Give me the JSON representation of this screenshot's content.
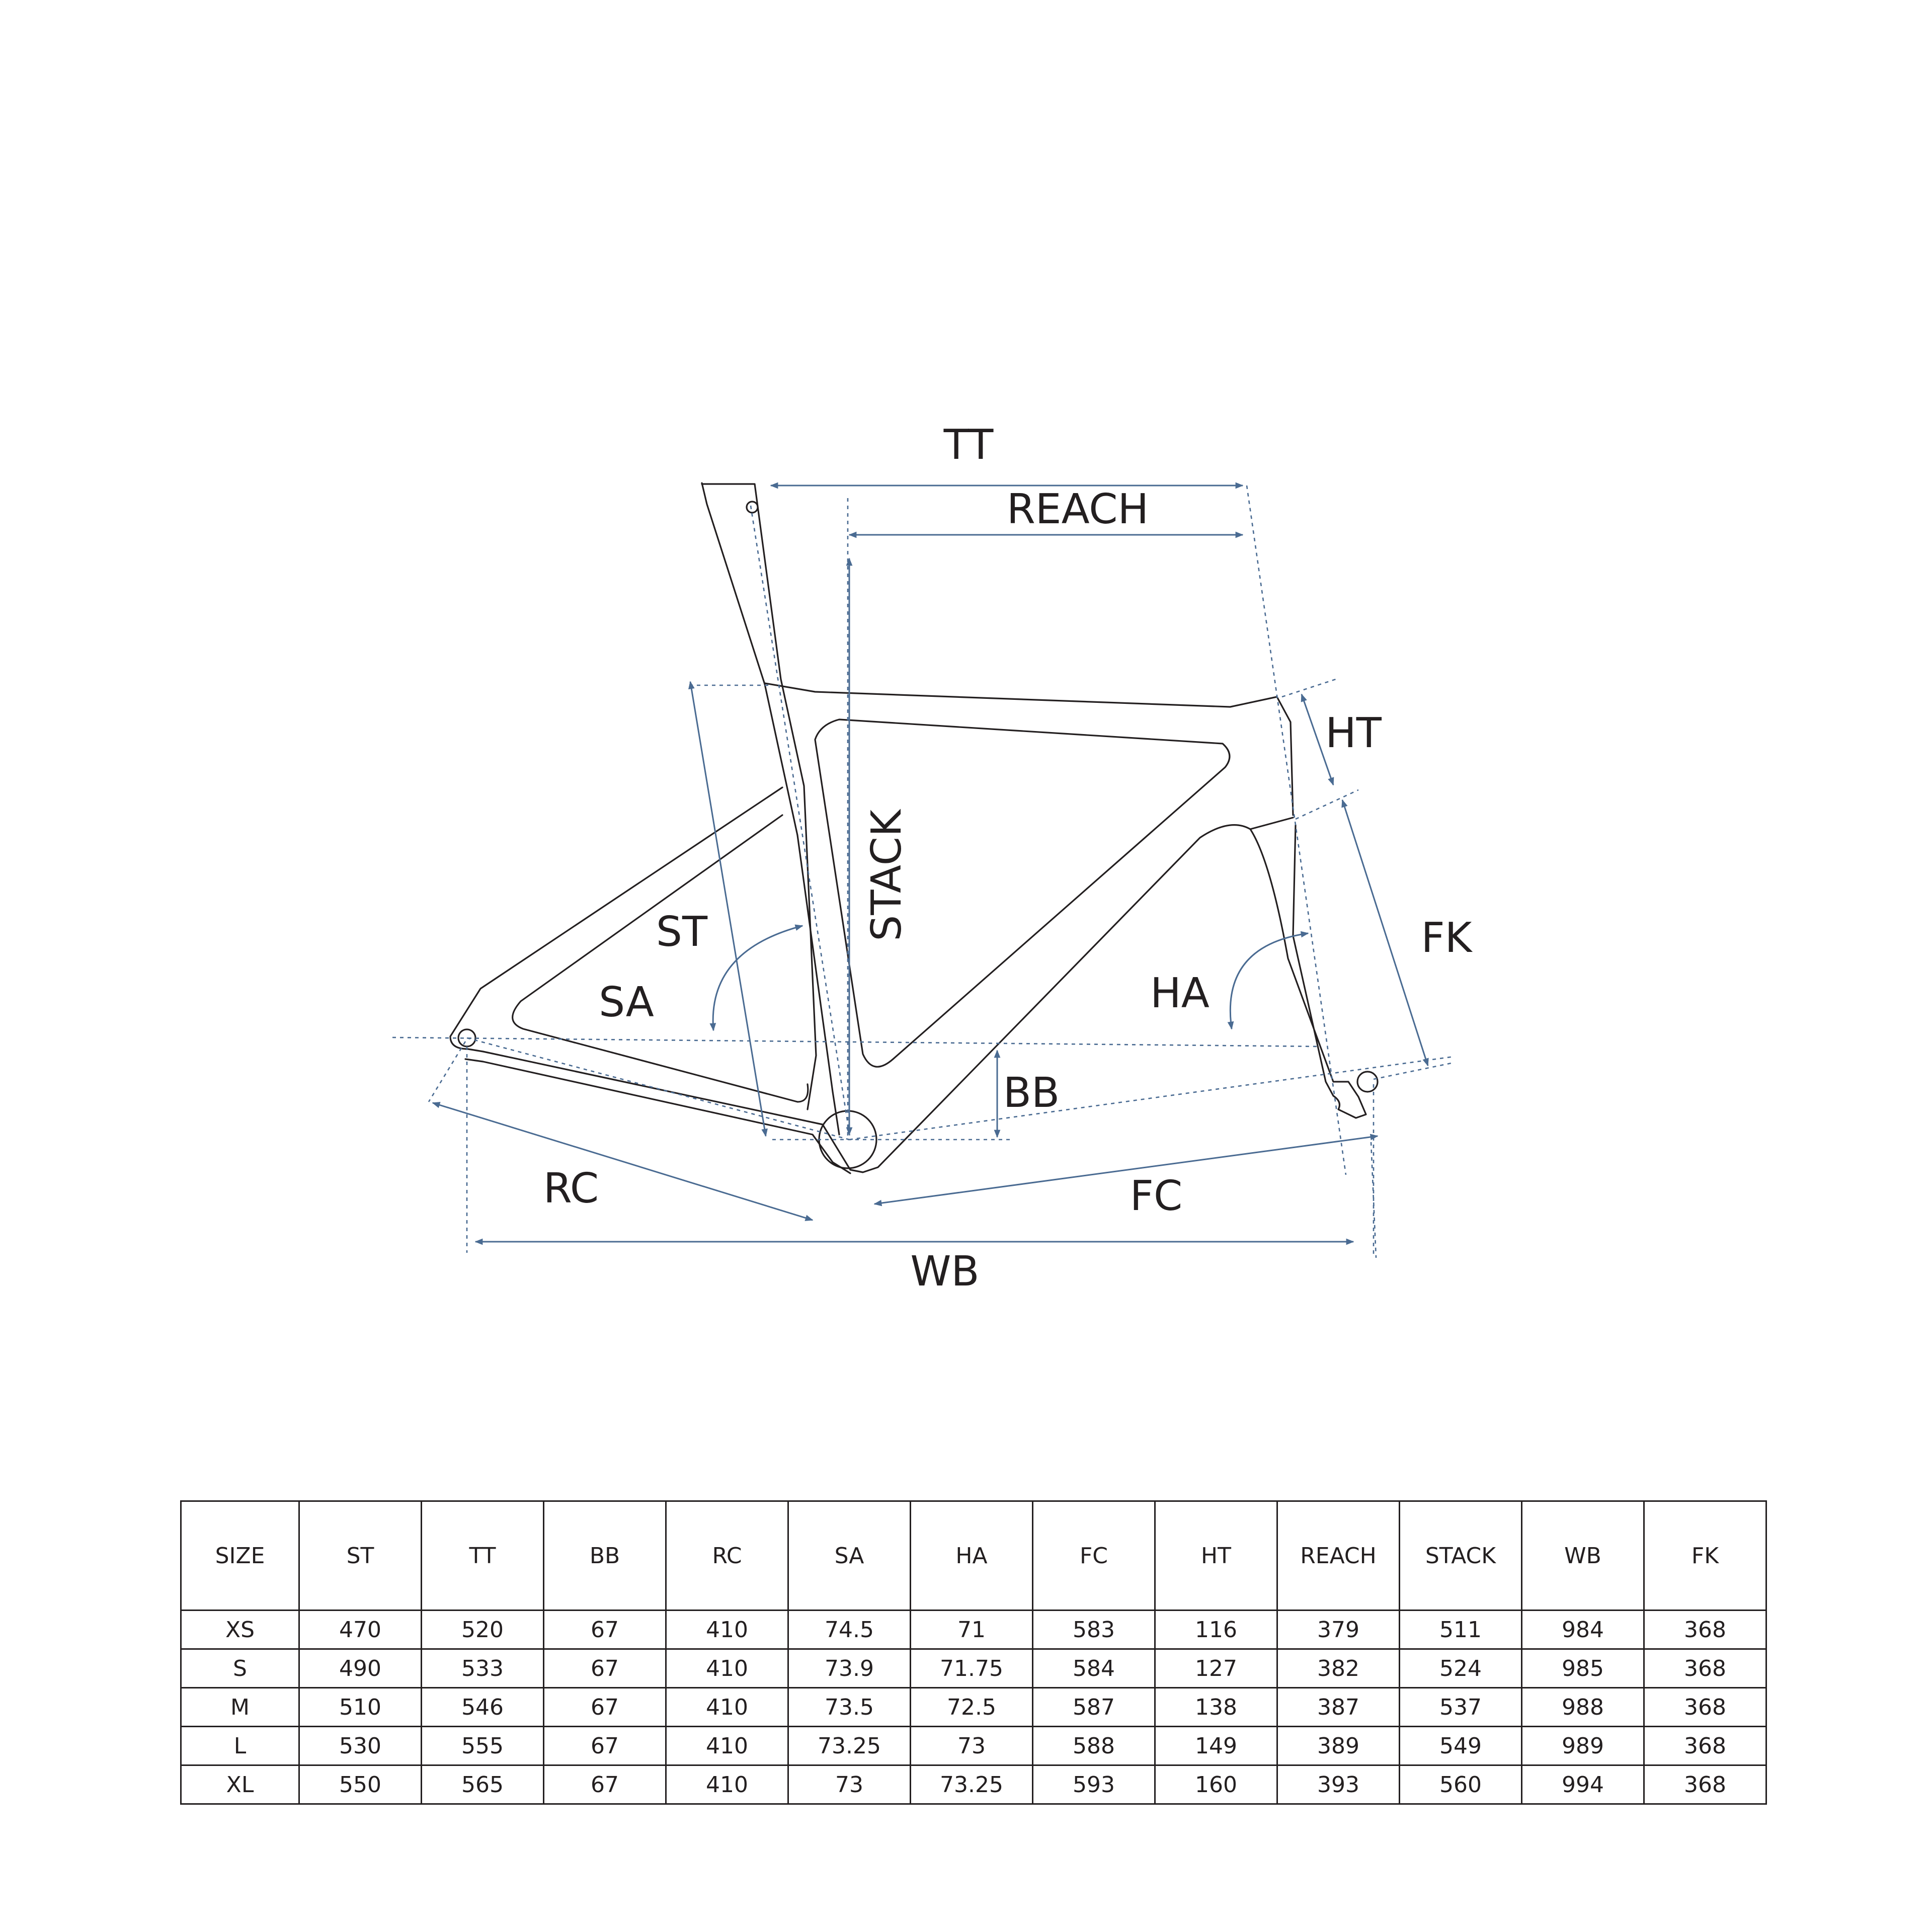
{
  "diagram": {
    "labels": {
      "tt": "TT",
      "reach": "REACH",
      "ht": "HT",
      "stack": "STACK",
      "st": "ST",
      "fk": "FK",
      "sa": "SA",
      "ha": "HA",
      "bb": "BB",
      "rc": "RC",
      "fc": "FC",
      "wb": "WB"
    },
    "colors": {
      "frame_line": "#231f20",
      "dimension_line": "#4a6b92"
    }
  },
  "geometry_table": {
    "headers": [
      "SIZE",
      "ST",
      "TT",
      "BB",
      "RC",
      "SA",
      "HA",
      "FC",
      "HT",
      "REACH",
      "STACK",
      "WB",
      "FK"
    ],
    "rows": [
      [
        "XS",
        "470",
        "520",
        "67",
        "410",
        "74.5",
        "71",
        "583",
        "116",
        "379",
        "511",
        "984",
        "368"
      ],
      [
        "S",
        "490",
        "533",
        "67",
        "410",
        "73.9",
        "71.75",
        "584",
        "127",
        "382",
        "524",
        "985",
        "368"
      ],
      [
        "M",
        "510",
        "546",
        "67",
        "410",
        "73.5",
        "72.5",
        "587",
        "138",
        "387",
        "537",
        "988",
        "368"
      ],
      [
        "L",
        "530",
        "555",
        "67",
        "410",
        "73.25",
        "73",
        "588",
        "149",
        "389",
        "549",
        "989",
        "368"
      ],
      [
        "XL",
        "550",
        "565",
        "67",
        "410",
        "73",
        "73.25",
        "593",
        "160",
        "393",
        "560",
        "994",
        "368"
      ]
    ]
  }
}
